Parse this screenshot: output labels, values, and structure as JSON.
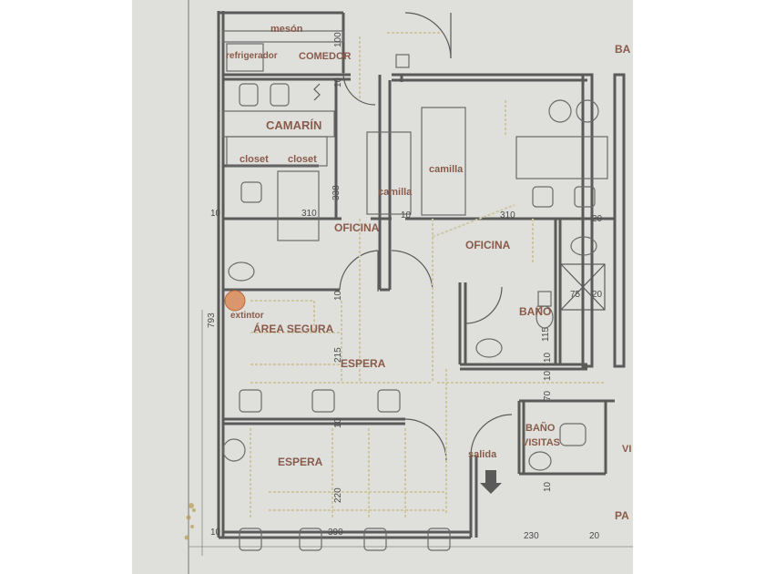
{
  "rooms": {
    "meson": "mesón",
    "refrigerador": "refrigerador",
    "comedor": "COMEDOR",
    "camarin": "CAMARÍN",
    "closet1": "closet",
    "closet2": "closet",
    "oficina1": "OFICINA",
    "oficina2": "OFICINA",
    "camilla1": "camilla",
    "camilla2": "camilla",
    "extintor": "extintor",
    "area_segura": "ÁREA SEGURA",
    "espera1": "ESPERA",
    "espera2": "ESPERA",
    "bano": "BAÑO",
    "bano_visitas_1": "BAÑO",
    "bano_visitas_2": "VISITAS",
    "salida": "salida",
    "cut_ba": "BA",
    "cut_pa": "PA",
    "cut_v": "VI"
  },
  "dimensions": {
    "d793": "793",
    "d338": "338",
    "d310a": "310",
    "d310b": "310",
    "d215": "215",
    "d220": "220",
    "d390": "390",
    "d230": "230",
    "d75": "75",
    "d20a": "20",
    "d20b": "20",
    "d20c": "20",
    "d10a": "10",
    "d10b": "10",
    "d10c": "10",
    "d10d": "10",
    "d10e": "10",
    "d10f": "10",
    "d10g": "10",
    "d10h": "10",
    "d10i": "10",
    "d70": "70",
    "d115": "115",
    "d100": "100"
  },
  "colors": {
    "sheet": "#dfe0dc",
    "walls": "#5a5a5a",
    "route": "#cfc6a4",
    "labels": "#8a5a4a",
    "extintor": "#d98a5a"
  },
  "icons": [
    "chair-icon",
    "sink-icon",
    "toilet-icon",
    "shower-icon",
    "exit-arrow-icon",
    "extinguisher-icon"
  ]
}
